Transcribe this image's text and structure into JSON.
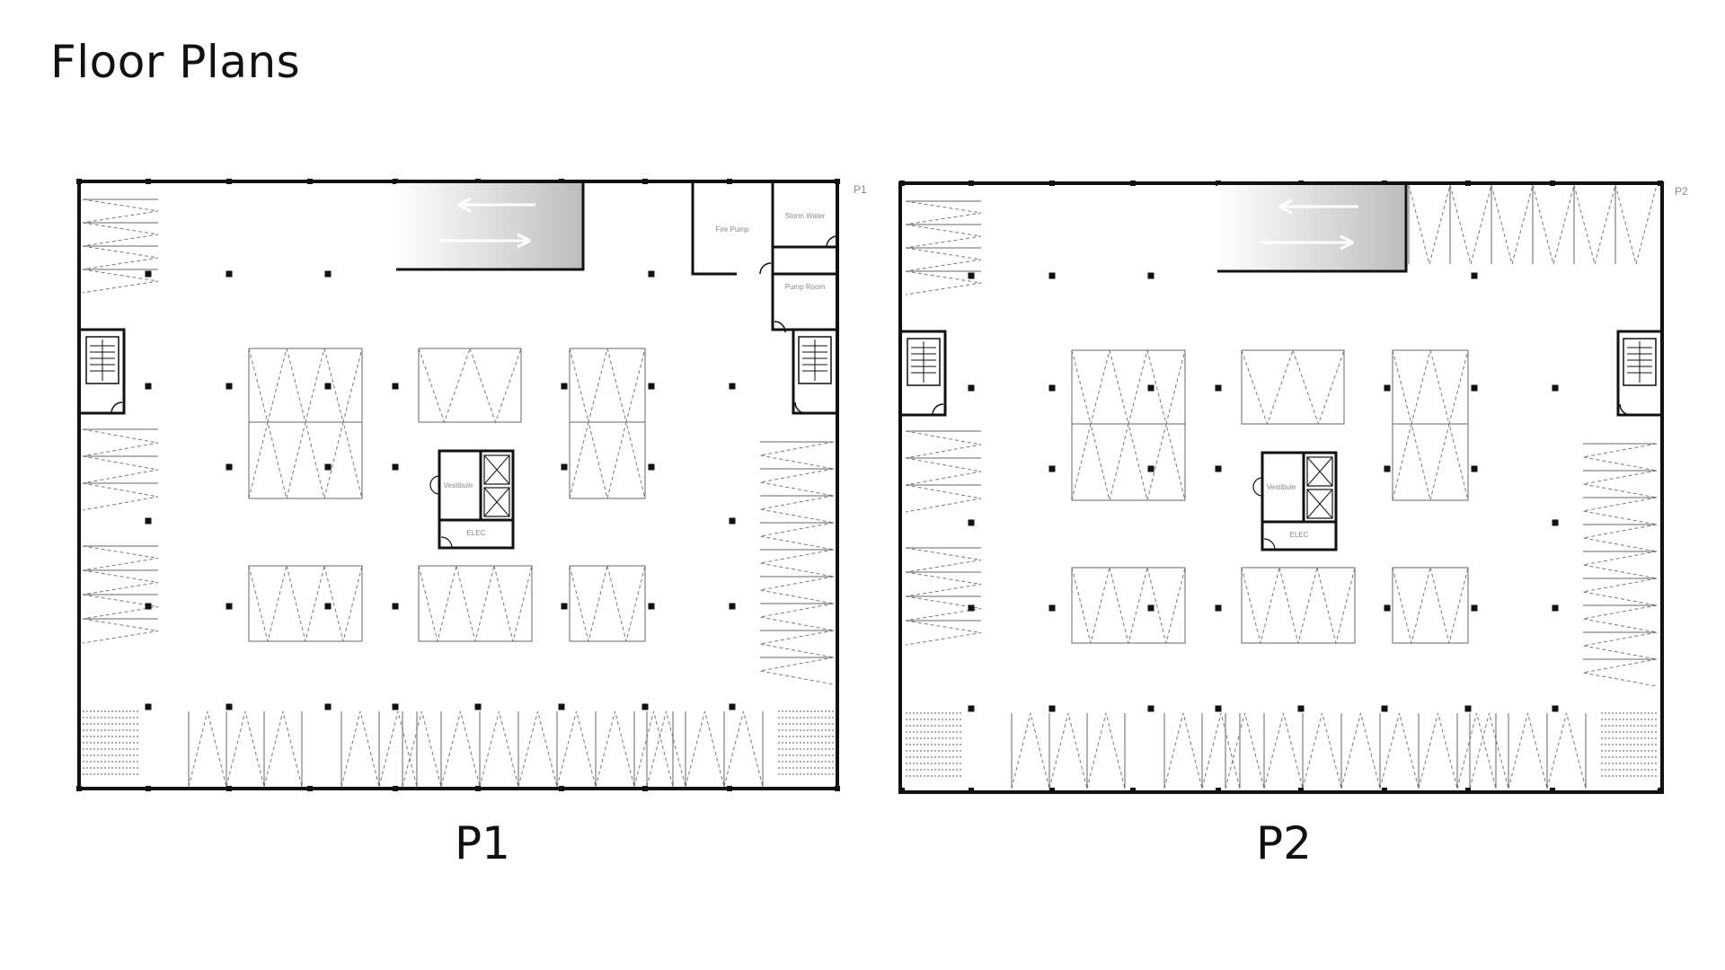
{
  "page": {
    "title": "Floor Plans"
  },
  "plans": [
    {
      "id": "p1",
      "caption": "P1",
      "corner_label": "P1",
      "rooms": {
        "fire_pump": "Fire Pump",
        "storm_water": "Storm Water",
        "pump_room": "Pump Room",
        "vestibule": "Vestibule",
        "elec": "ELEC"
      }
    },
    {
      "id": "p2",
      "caption": "P2",
      "corner_label": "P2",
      "rooms": {
        "vestibule": "Vestibule",
        "elec": "ELEC"
      }
    }
  ],
  "colors": {
    "wall": "#111111",
    "stall": "#666666",
    "label": "#888888",
    "ramp_gradient": [
      "#ffffff",
      "#bdbdbd"
    ]
  }
}
